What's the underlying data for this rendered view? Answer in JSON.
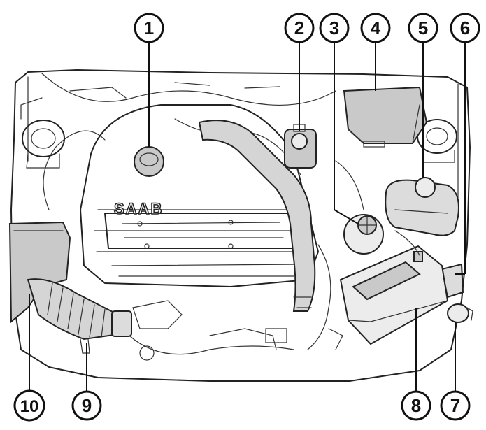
{
  "diagram": {
    "brand_label": "SAAB",
    "colors": {
      "ink": "#111111",
      "part_fill": "#c9c9c9",
      "background": "#ffffff"
    },
    "callouts": [
      {
        "id": "c1",
        "label": "1"
      },
      {
        "id": "c2",
        "label": "2"
      },
      {
        "id": "c3",
        "label": "3"
      },
      {
        "id": "c4",
        "label": "4"
      },
      {
        "id": "c5",
        "label": "5"
      },
      {
        "id": "c6",
        "label": "6"
      },
      {
        "id": "c7",
        "label": "7"
      },
      {
        "id": "c8",
        "label": "8"
      },
      {
        "id": "c9",
        "label": "9"
      },
      {
        "id": "c10",
        "label": "10"
      }
    ]
  }
}
